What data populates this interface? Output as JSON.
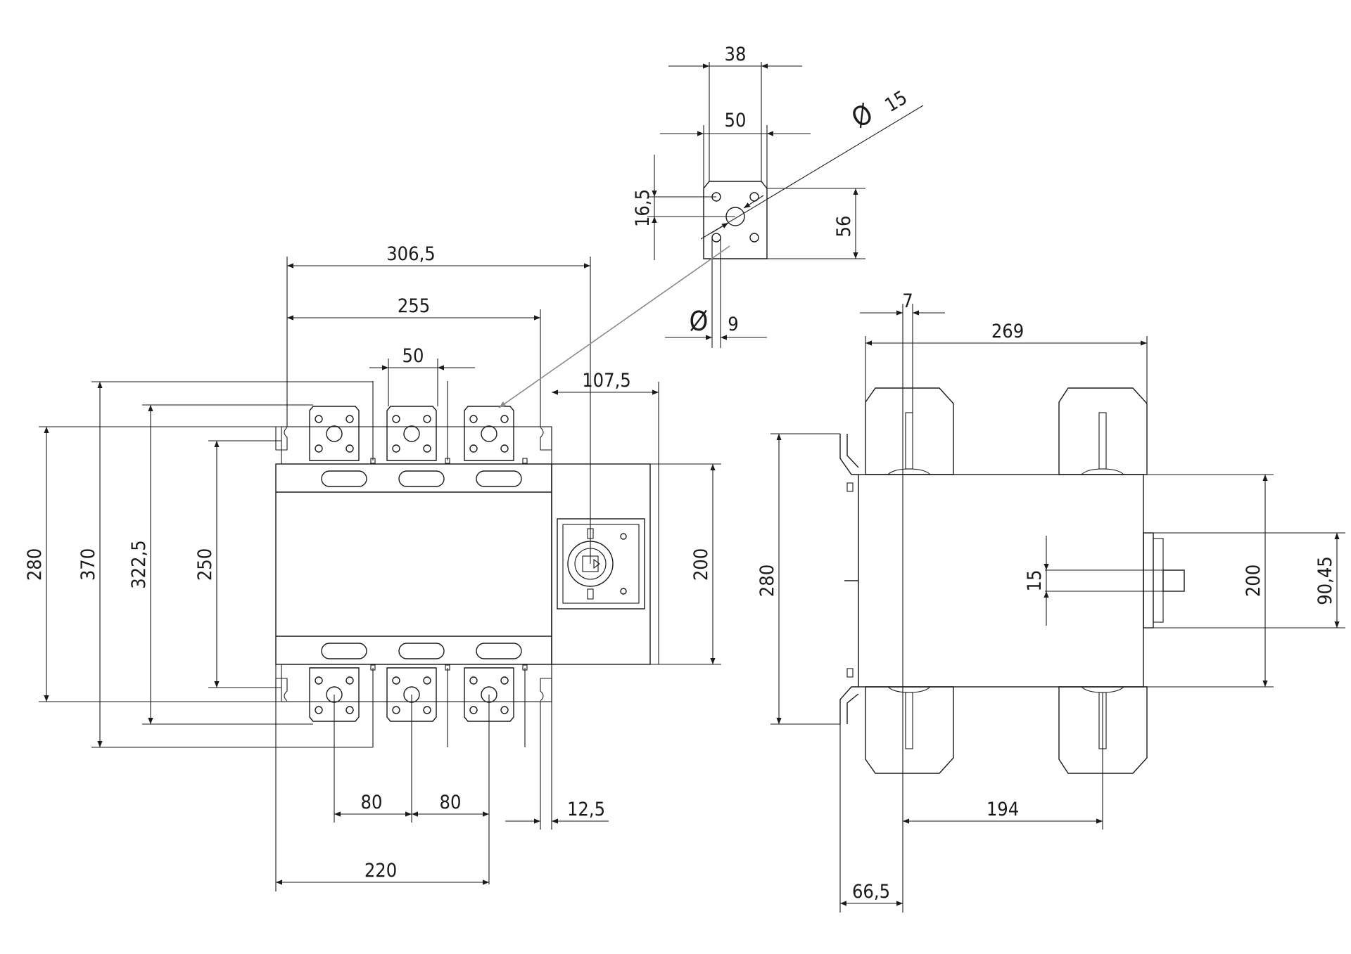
{
  "front_view": {
    "width_total": "306,5",
    "width_body": "255",
    "terminal_pitch_top": "50",
    "handle_offset": "107,5",
    "height_outer": "280",
    "height_total": "370",
    "height_terminals": "322,5",
    "height_inner": "250",
    "height_body": "200",
    "pitch_a": "80",
    "pitch_b": "80",
    "flange_offset": "12,5",
    "width_terminals": "220"
  },
  "terminal_detail": {
    "inner_width": "38",
    "outer_width": "50",
    "hole_offset": "16,5",
    "height": "56",
    "diameter_symbol": "Ø",
    "large_hole_dia": "15",
    "small_hole_dia": "9"
  },
  "side_view": {
    "offset_top": "7",
    "width_top": "269",
    "height_outer": "280",
    "shaft_dia": "15",
    "height_body": "200",
    "shaft_height": "90,45",
    "width_bottom": "194",
    "offset_bottom": "66,5"
  }
}
